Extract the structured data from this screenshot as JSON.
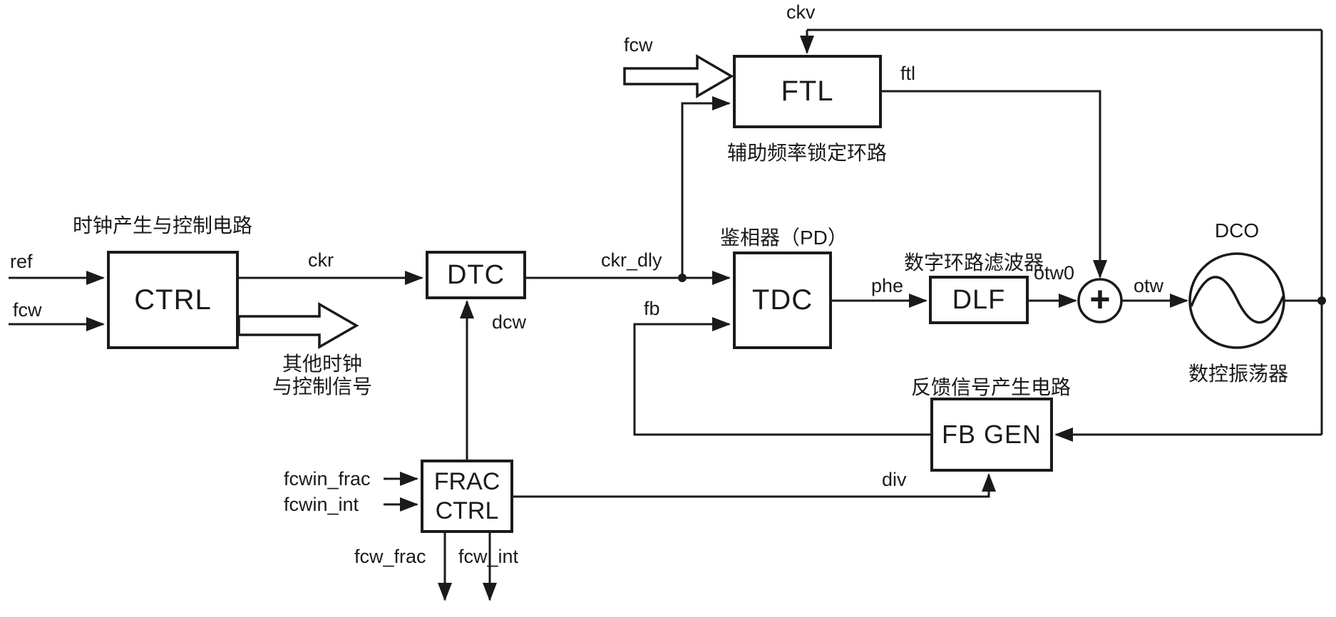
{
  "diagram": {
    "colors": {
      "background": "#ffffff",
      "line": "#1a1a1a",
      "text": "#1a1a1a"
    },
    "blocks": {
      "ctrl": {
        "label": "CTRL",
        "caption": "时钟产生与控制电路"
      },
      "dtc": {
        "label": "DTC"
      },
      "ftl": {
        "label": "FTL",
        "caption": "辅助频率锁定环路"
      },
      "tdc": {
        "label": "TDC",
        "caption": "鉴相器（PD）"
      },
      "dlf": {
        "label": "DLF",
        "caption": "数字环路滤波器"
      },
      "adder": {
        "symbol": "+"
      },
      "dco": {
        "label": "DCO",
        "caption": "数控振荡器"
      },
      "fb_gen": {
        "label": "FB GEN",
        "caption": "反馈信号产生电路"
      },
      "frac_ctrl": {
        "label_line1": "FRAC",
        "label_line2": "CTRL"
      }
    },
    "signals": {
      "ref": "ref",
      "fcw_main": "fcw",
      "ckr": "ckr",
      "other_line1": "其他时钟",
      "other_line2": "与控制信号",
      "ckr_dly": "ckr_dly",
      "dcw": "dcw",
      "fcw_ftl": "fcw",
      "ckv": "ckv",
      "ftl": "ftl",
      "fb": "fb",
      "phe": "phe",
      "otw0": "otw0",
      "otw": "otw",
      "div": "div",
      "fcwin_frac": "fcwin_frac",
      "fcwin_int": "fcwin_int",
      "fcw_frac": "fcw_frac",
      "fcw_int": "fcw_int"
    }
  }
}
